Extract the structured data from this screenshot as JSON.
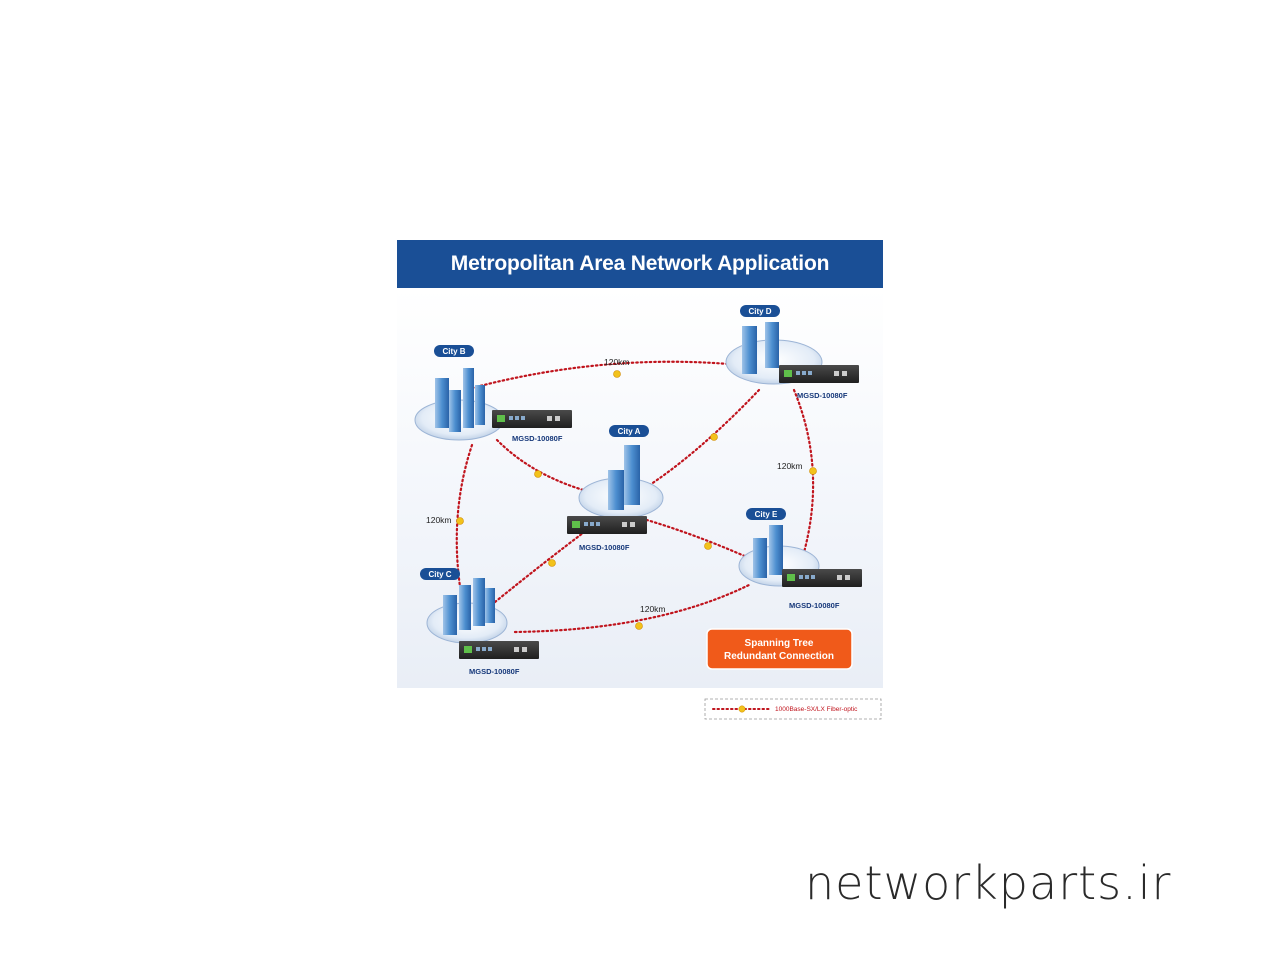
{
  "title": "Metropolitan Area Network Application",
  "nodes": [
    {
      "id": "A",
      "city_label": "City A",
      "device_label": "MGSD-10080F"
    },
    {
      "id": "B",
      "city_label": "City B",
      "device_label": "MGSD-10080F"
    },
    {
      "id": "C",
      "city_label": "City C",
      "device_label": "MGSD-10080F"
    },
    {
      "id": "D",
      "city_label": "City D",
      "device_label": "MGSD-10080F"
    },
    {
      "id": "E",
      "city_label": "City E",
      "device_label": "MGSD-10080F"
    }
  ],
  "distance_labels": {
    "b_d": "120km",
    "d_e": "120km",
    "b_c": "120km",
    "c_e": "120km"
  },
  "callout": {
    "line1": "Spanning Tree",
    "line2": "Redundant Connection"
  },
  "legend": {
    "label": "1000Base-SX/LX Fiber-optic"
  },
  "watermark": "networkparts.ir",
  "colors": {
    "title_bar": "#1a4f96",
    "city_badge": "#1a4f96",
    "fiber_line": "#c0141d",
    "fiber_dot": "#f2c21b",
    "callout": "#f05a1a",
    "device_label": "#16387a"
  }
}
